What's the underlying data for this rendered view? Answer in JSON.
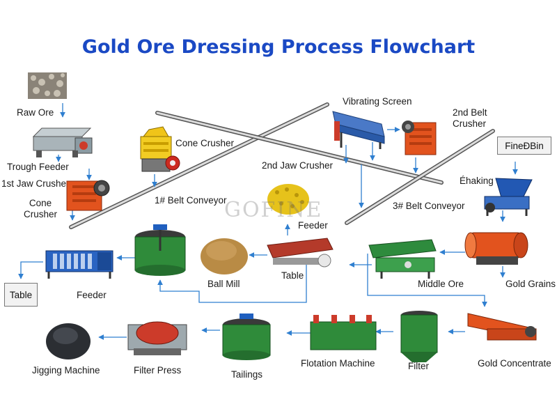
{
  "title": "Gold Ore Dressing Process Flowchart",
  "watermark": "GOFINE",
  "labels": {
    "raw_ore": "Raw Ore",
    "trough_feeder": "Trough Feeder",
    "jaw_crusher_1": "1st Jaw Crushe",
    "cone_crusher_left": "Cone\nCrusher",
    "cone_crusher_top": "Cone Crusher",
    "belt_conveyor_1": "1# Belt Conveyor",
    "jaw_crusher_2": "2nd Jaw Crusher",
    "vibrating_screen": "Vibrating Screen",
    "belt_2_crusher": "2nd Belt\nCrusher",
    "fine_bin": "FineƉBin",
    "shaking": "Éhaking",
    "belt_conveyor_3": "3# Belt Conveyor",
    "feeder_top": "Feeder",
    "table_mid": "Table",
    "ball_mill": "Ball Mill",
    "middle_ore": "Middle Ore",
    "gold_grains": "Gold Grains",
    "feeder_left": "Feeder",
    "table_box": "Table",
    "gold_concentrate": "Gold Concentrate",
    "filter": "Filter",
    "flotation_machine": "Flotation Machine",
    "tailings": "Tailings",
    "filter_press": "Filter Press",
    "jigging_machine": "Jigging Machine"
  },
  "colors": {
    "title": "#1a49c4",
    "arrow": "#2f7fd0",
    "machine_orange": "#e2531e",
    "machine_blue": "#1f5fbf",
    "machine_green": "#2e8b3d",
    "gold": "#e6c21b",
    "conveyor": "#6b6b6b"
  }
}
